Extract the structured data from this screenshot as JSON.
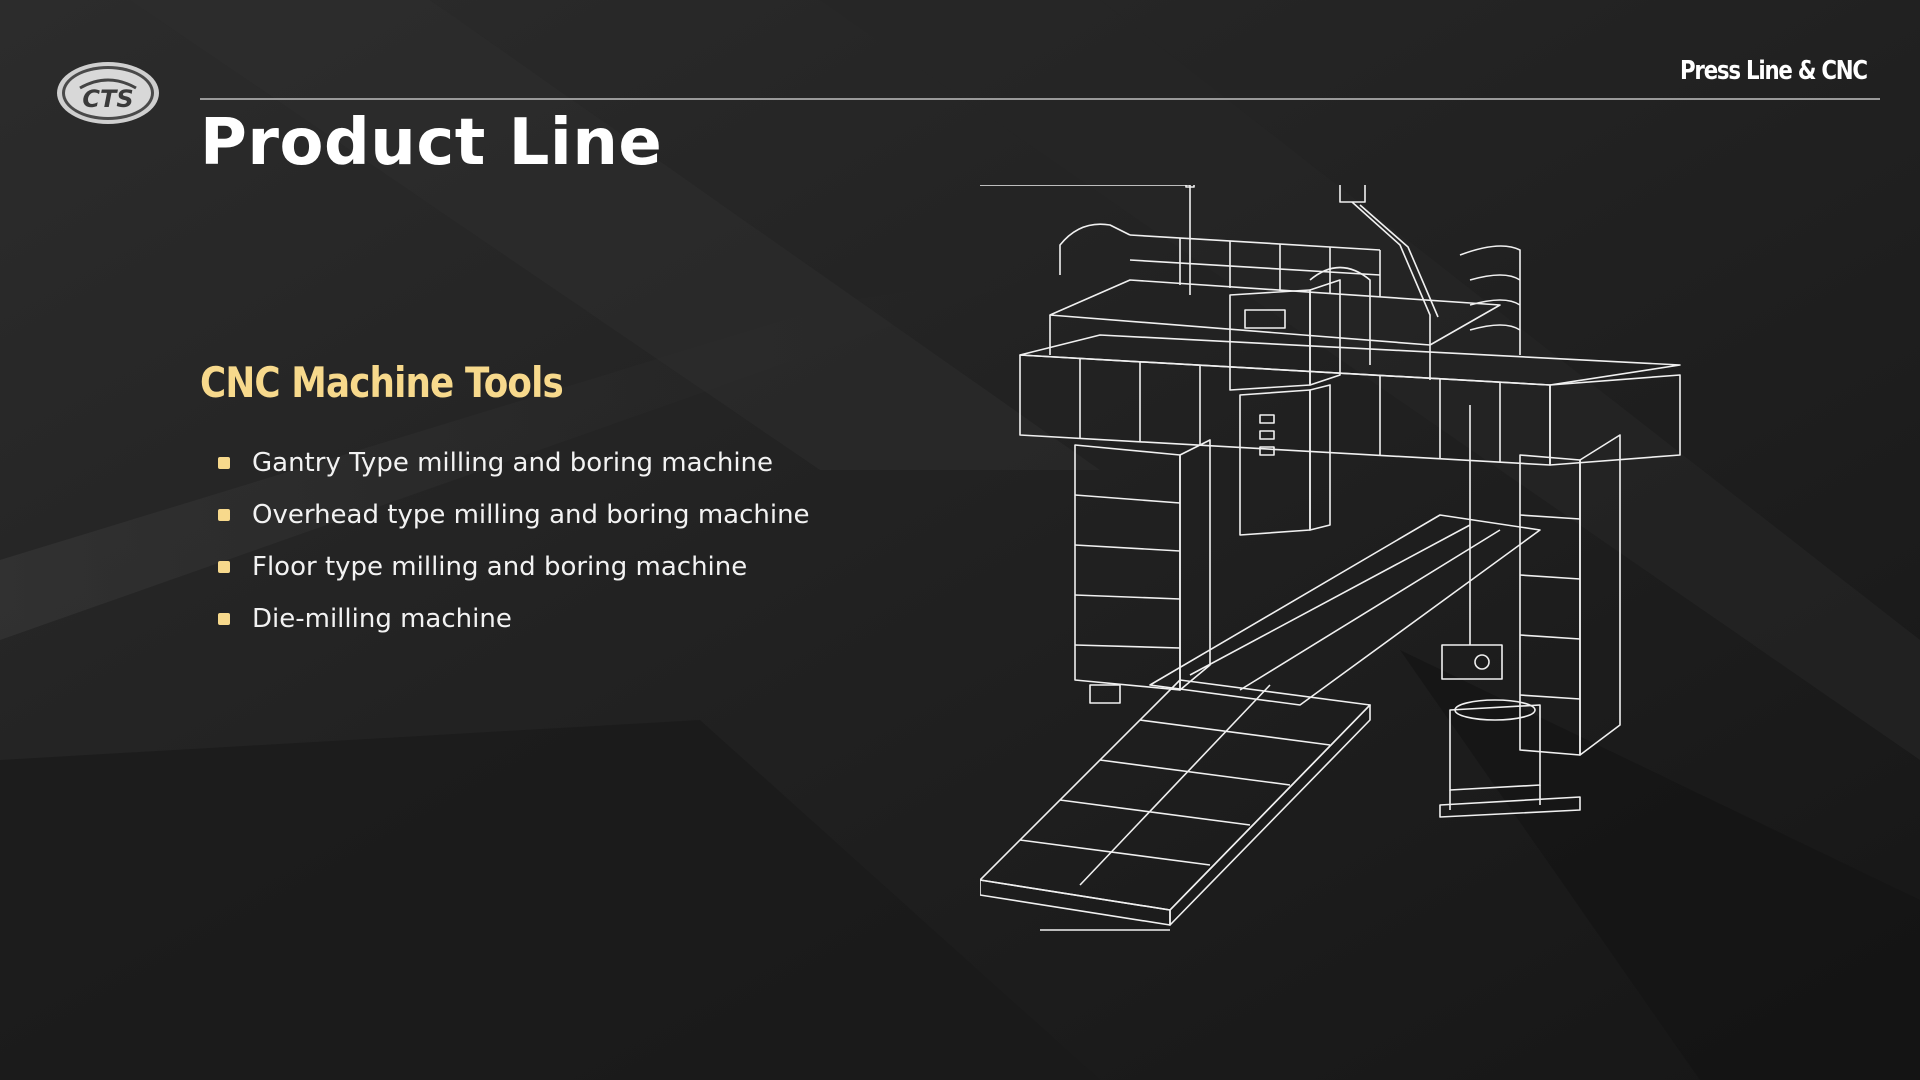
{
  "header": {
    "logo_text": "CTS",
    "tag": "Press Line & CNC"
  },
  "main": {
    "title": "Product Line",
    "section": {
      "heading": "CNC Machine Tools",
      "items": [
        {
          "label": "Gantry Type milling and boring machine"
        },
        {
          "label": "Overhead type milling and boring machine"
        },
        {
          "label": "Floor type milling and boring machine"
        },
        {
          "label": "Die-milling machine"
        }
      ]
    }
  },
  "colors": {
    "background": "#1d1d1d",
    "accent": "#f7d98c",
    "text": "#ffffff",
    "line_art": "#f0f0f0"
  }
}
